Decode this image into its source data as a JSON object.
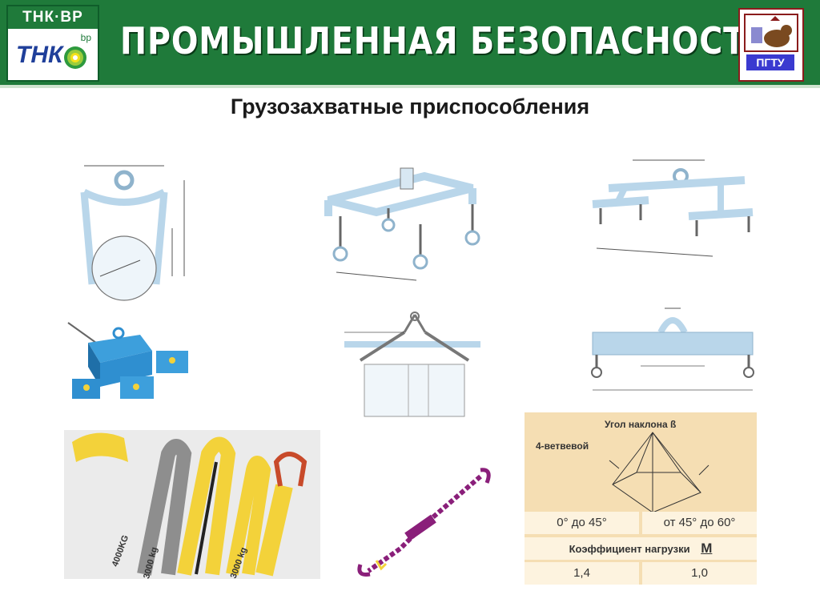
{
  "header": {
    "logo_left_text": "ТНК·ВР",
    "logo_left_tnk": "ТНК",
    "logo_left_bp": "bp",
    "title": "ПРОМЫШЛЕННАЯ БЕЗОПАСНОСТЬ",
    "logo_right_text": "ПГТУ"
  },
  "subtitle": "Грузозахватные приспособления",
  "table": {
    "angle_label": "Угол наклона ß",
    "branches_label": "4-ветвевой",
    "range_1": "0° до 45°",
    "range_2": "от 45° до 60°",
    "coef_label": "Коэффициент нагрузки",
    "coef_symbol": "M",
    "value_1": "1,4",
    "value_2": "1,0"
  },
  "slings": {
    "label_1": "4000KG",
    "label_2": "3000 kg",
    "label_3": "3000 kg"
  },
  "colors": {
    "header_green": "#1f7a3a",
    "blueprint_blue": "#b9d6ea",
    "magnet_blue": "#2f8fd0",
    "sling_yellow": "#f3d23a",
    "chain_purple": "#8a1f7a",
    "table_bg": "#f5deb3"
  }
}
